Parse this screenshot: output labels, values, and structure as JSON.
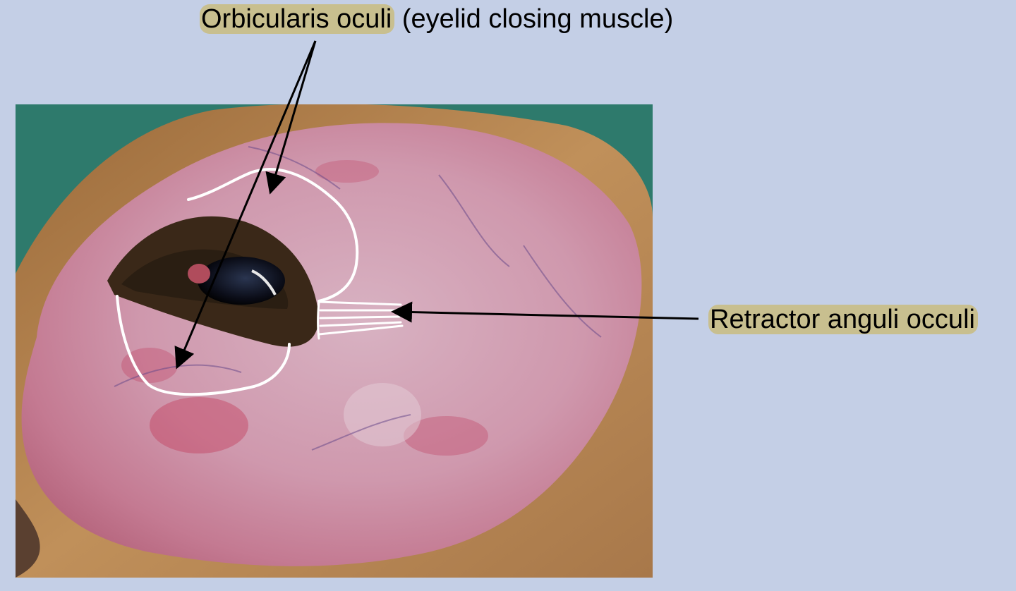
{
  "labels": {
    "orbicularis_highlight": "Orbicularis oculi",
    "orbicularis_rest": " (eyelid closing muscle)",
    "retractor": "Retractor anguli occuli"
  },
  "colors": {
    "background": "#c4cfe6",
    "highlight": "#c8bf8f",
    "annotation_outline": "#ffffff",
    "arrow": "#000000"
  }
}
